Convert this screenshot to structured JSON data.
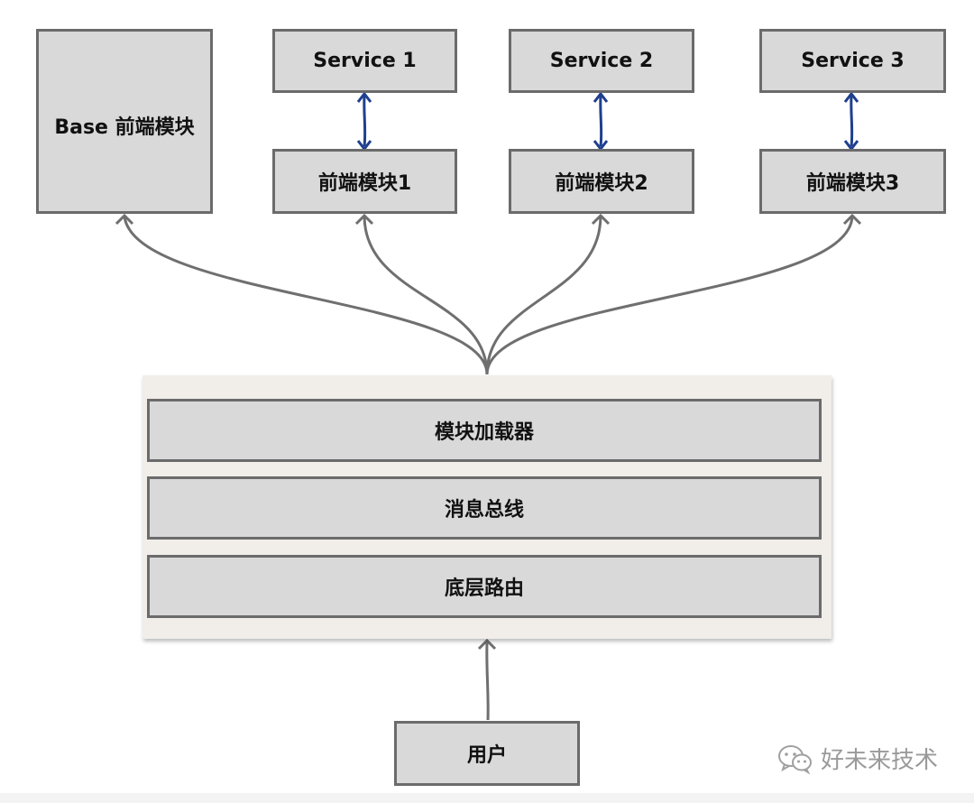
{
  "base_module": {
    "label": "Base 前端模块"
  },
  "services": [
    {
      "label": "Service 1"
    },
    {
      "label": "Service 2"
    },
    {
      "label": "Service 3"
    }
  ],
  "frontend_modules": [
    {
      "label": "前端模块1"
    },
    {
      "label": "前端模块2"
    },
    {
      "label": "前端模块3"
    }
  ],
  "core_layers": [
    {
      "label": "模块加载器"
    },
    {
      "label": "消息总线"
    },
    {
      "label": "底层路由"
    }
  ],
  "user": {
    "label": "用户"
  },
  "watermark": {
    "text": "好未来技术",
    "icon": "wechat-icon"
  },
  "colors": {
    "box_fill": "#d9d9d9",
    "box_border": "#6b6b6b",
    "panel_fill": "#f1eeea",
    "connector_gray": "#6f6f6f",
    "service_link_blue": "#1f3f8f"
  }
}
